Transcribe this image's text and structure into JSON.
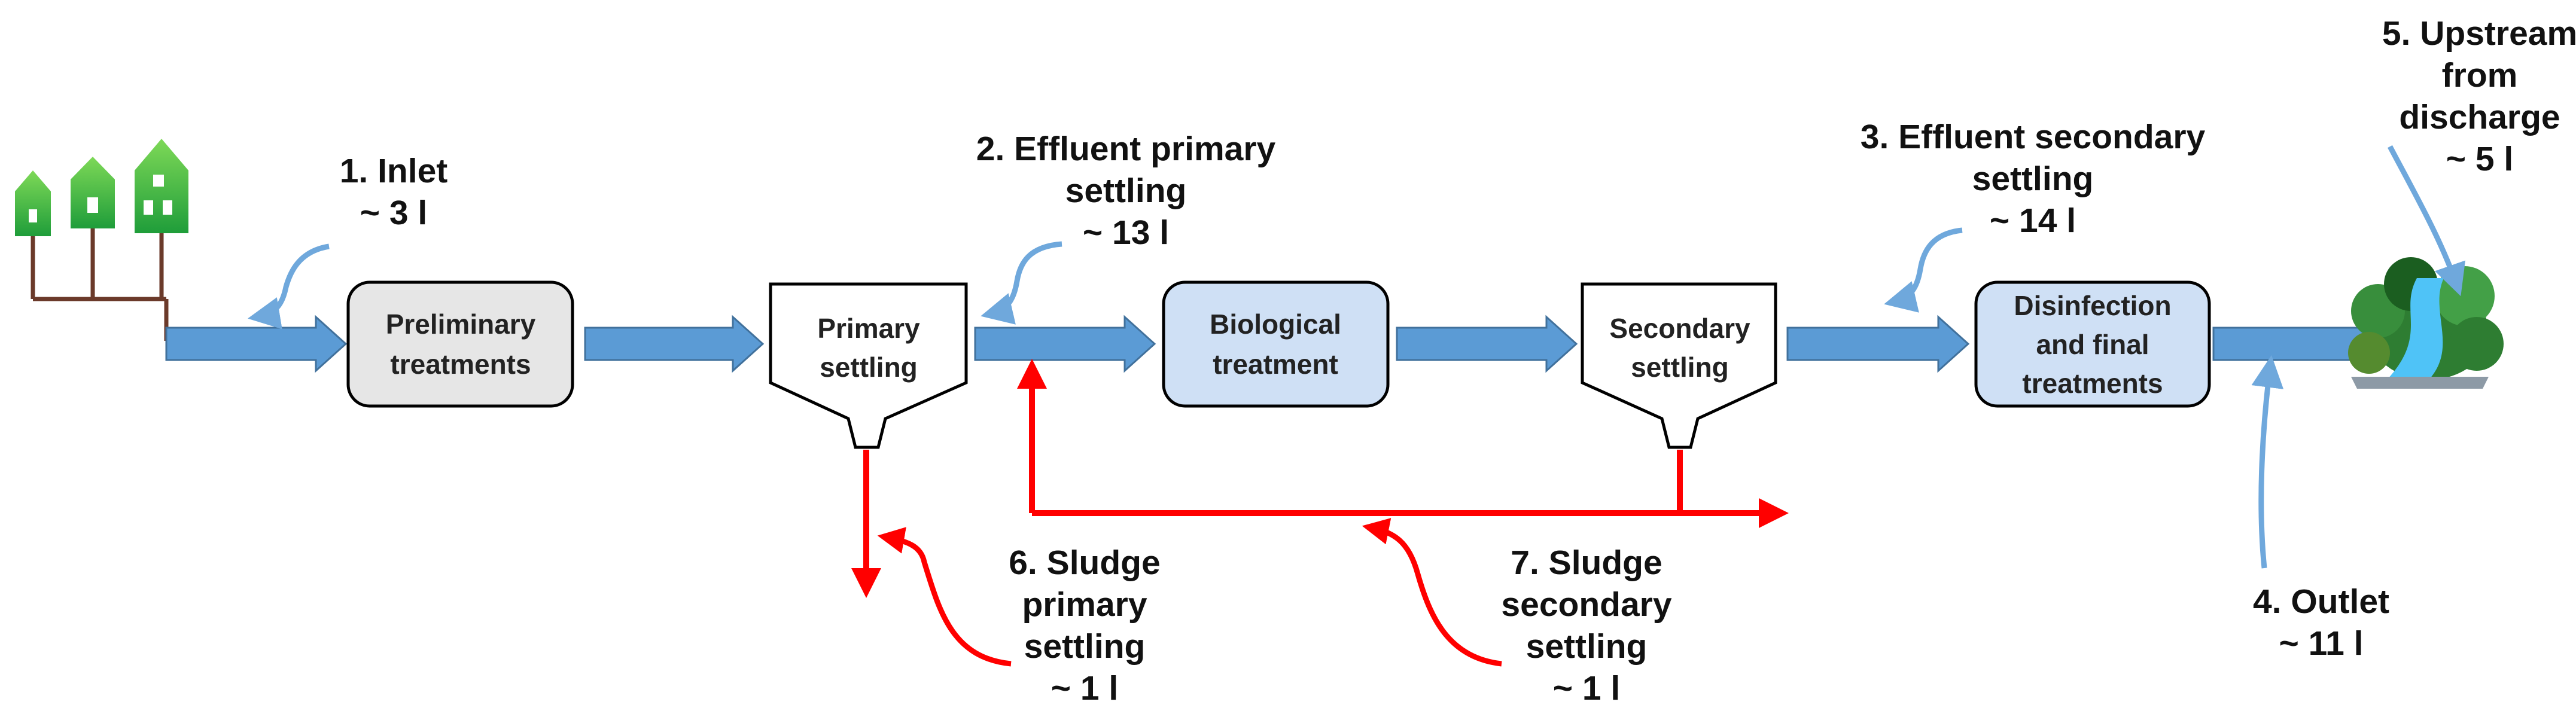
{
  "colors": {
    "flow_arrow": "#5b9bd5",
    "flow_arrow_stroke": "#41719c",
    "sample_arrow": "#6fa8dc",
    "sludge_line": "#ff0000",
    "house_green": "#3cb043",
    "pipe": "#6b3a2a",
    "box_grey": "#e6e6e6",
    "box_blue": "#cfe0f5"
  },
  "icons": {
    "houses": "houses-icon",
    "river": "river-icon"
  },
  "process_units": [
    {
      "id": "preliminary",
      "lines": [
        "Preliminary",
        "treatments"
      ]
    },
    {
      "id": "primary",
      "lines": [
        "Primary",
        "settling"
      ]
    },
    {
      "id": "biological",
      "lines": [
        "Biological",
        "treatment"
      ]
    },
    {
      "id": "secondary",
      "lines": [
        "Secondary",
        "settling"
      ]
    },
    {
      "id": "disinfection",
      "lines": [
        "Disinfection",
        "and final",
        "treatments"
      ]
    }
  ],
  "sampling_points": [
    {
      "id": "inlet",
      "lines": [
        "1. Inlet",
        "~ 3 l"
      ]
    },
    {
      "id": "effluent_primary",
      "lines": [
        "2. Effluent primary",
        "settling",
        "~ 13 l"
      ]
    },
    {
      "id": "effluent_secondary",
      "lines": [
        "3. Effluent secondary",
        "settling",
        "~ 14 l"
      ]
    },
    {
      "id": "outlet",
      "lines": [
        "4. Outlet",
        "~ 11 l"
      ]
    },
    {
      "id": "upstream",
      "lines": [
        "5. Upstream",
        "from",
        "discharge",
        "~ 5 l"
      ]
    },
    {
      "id": "sludge_primary",
      "lines": [
        "6. Sludge",
        "primary",
        "settling",
        "~ 1 l"
      ]
    },
    {
      "id": "sludge_secondary",
      "lines": [
        "7. Sludge",
        "secondary",
        "settling",
        "~ 1 l"
      ]
    }
  ]
}
